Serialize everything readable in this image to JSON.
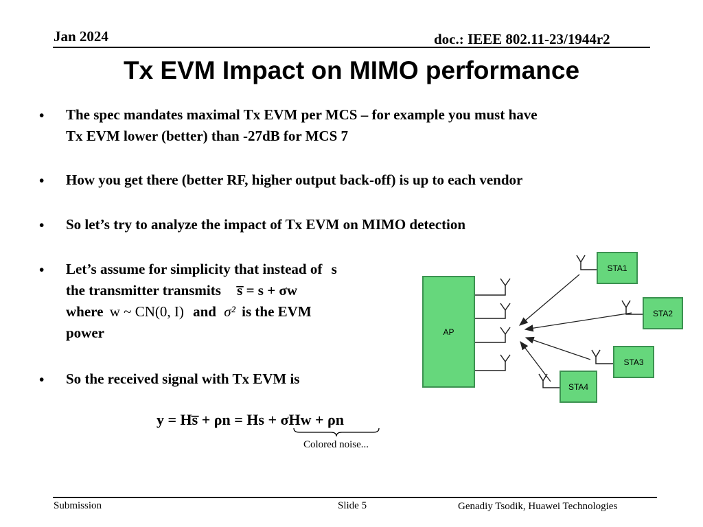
{
  "header": {
    "date": "Jan 2024",
    "doc": "doc.: IEEE 802.11-23/1944r2"
  },
  "title": "Tx EVM Impact on MIMO performance",
  "bullets": [
    {
      "line1": "The spec mandates maximal Tx EVM per MCS – for example you must have",
      "line2": "Tx EVM lower (better) than -27dB for MCS 7"
    },
    {
      "line1": "How you get there (better RF, higher output back-off) is up to each vendor"
    },
    {
      "line1": "So let’s try to analyze the impact of Tx EVM on MIMO detection"
    },
    {
      "line1": "Let’s assume for simplicity that instead of",
      "line2": "the transmitter transmits",
      "line3a": "where",
      "line3b": "and",
      "line3c": "is the EVM",
      "line4": "power"
    },
    {
      "line1": "So the received signal with Tx EVM is"
    }
  ],
  "math": {
    "s": "s",
    "tx_eq": "s̅ = s + σw",
    "w_dist": "w ~ CN(0, I)",
    "sigma2": "σ²",
    "rx_eq": "y = Hs̅ + ρn = Hs + σHw + ρn",
    "brace_label": "Colored noise..."
  },
  "diagram": {
    "ap_label": "AP",
    "stations": [
      "STA1",
      "STA2",
      "STA3",
      "STA4"
    ],
    "colors": {
      "box_fill": "#66d77c",
      "box_border": "#3b9150"
    }
  },
  "footer": {
    "left": "Submission",
    "center": "Slide 5",
    "right": "Genadiy Tsodik, Huawei Technologies"
  }
}
